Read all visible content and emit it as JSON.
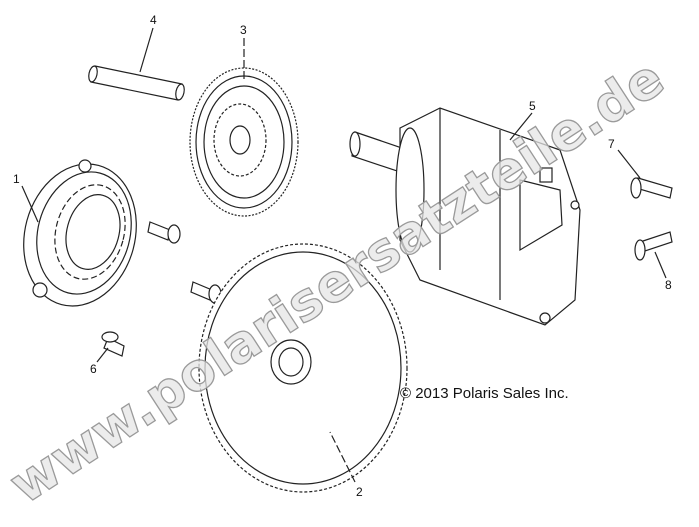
{
  "diagram": {
    "callouts": [
      {
        "id": "1",
        "label": "1"
      },
      {
        "id": "2",
        "label": "2"
      },
      {
        "id": "3",
        "label": "3"
      },
      {
        "id": "4",
        "label": "4"
      },
      {
        "id": "5",
        "label": "5"
      },
      {
        "id": "6",
        "label": "6"
      },
      {
        "id": "7",
        "label": "7"
      },
      {
        "id": "8",
        "label": "8"
      }
    ],
    "copyright": "© 2013 Polaris Sales Inc.",
    "watermark": "www.polarisersatzteile.de"
  }
}
